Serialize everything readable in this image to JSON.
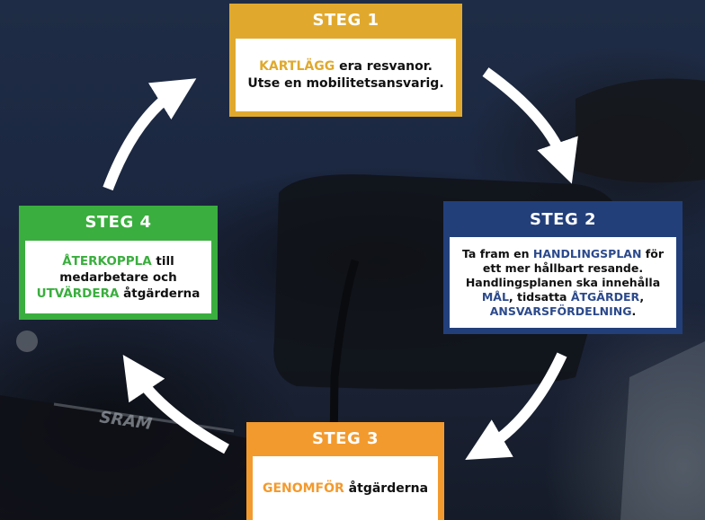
{
  "colors": {
    "steg1": "#e0a92e",
    "steg2": "#223f7a",
    "steg3": "#f39a2e",
    "steg4": "#3aae3e",
    "arrow": "#ffffff"
  },
  "steps": [
    {
      "title": "STEG 1",
      "lines": [
        [
          {
            "text": "KARTLÄGG",
            "hl": true
          },
          {
            "text": " era resvanor."
          }
        ],
        [
          {
            "text": "Utse en mobilitetsansvarig."
          }
        ]
      ]
    },
    {
      "title": "STEG 2",
      "lines": [
        [
          {
            "text": "Ta fram en "
          },
          {
            "text": "HANDLINGSPLAN",
            "hl": true
          },
          {
            "text": " för"
          }
        ],
        [
          {
            "text": "ett mer hållbart resande."
          }
        ],
        [
          {
            "text": "Handlingsplanen ska innehålla"
          }
        ],
        [
          {
            "text": "MÅL",
            "hl": true
          },
          {
            "text": ", tidsatta "
          },
          {
            "text": "ÅTGÄRDER",
            "hl": true
          },
          {
            "text": ","
          }
        ],
        [
          {
            "text": "ANSVARSFÖRDELNING",
            "hl": true
          },
          {
            "text": "."
          }
        ]
      ]
    },
    {
      "title": "STEG 3",
      "lines": [
        [
          {
            "text": "GENOMFÖR",
            "hl": true
          },
          {
            "text": " åtgärderna"
          }
        ]
      ]
    },
    {
      "title": "STEG 4",
      "lines": [
        [
          {
            "text": "ÅTERKOPPLA",
            "hl": true
          },
          {
            "text": " till"
          }
        ],
        [
          {
            "text": "medarbetare och"
          }
        ],
        [
          {
            "text": "UTVÄRDERA",
            "hl": true
          },
          {
            "text": " åtgärderna"
          }
        ]
      ]
    }
  ]
}
